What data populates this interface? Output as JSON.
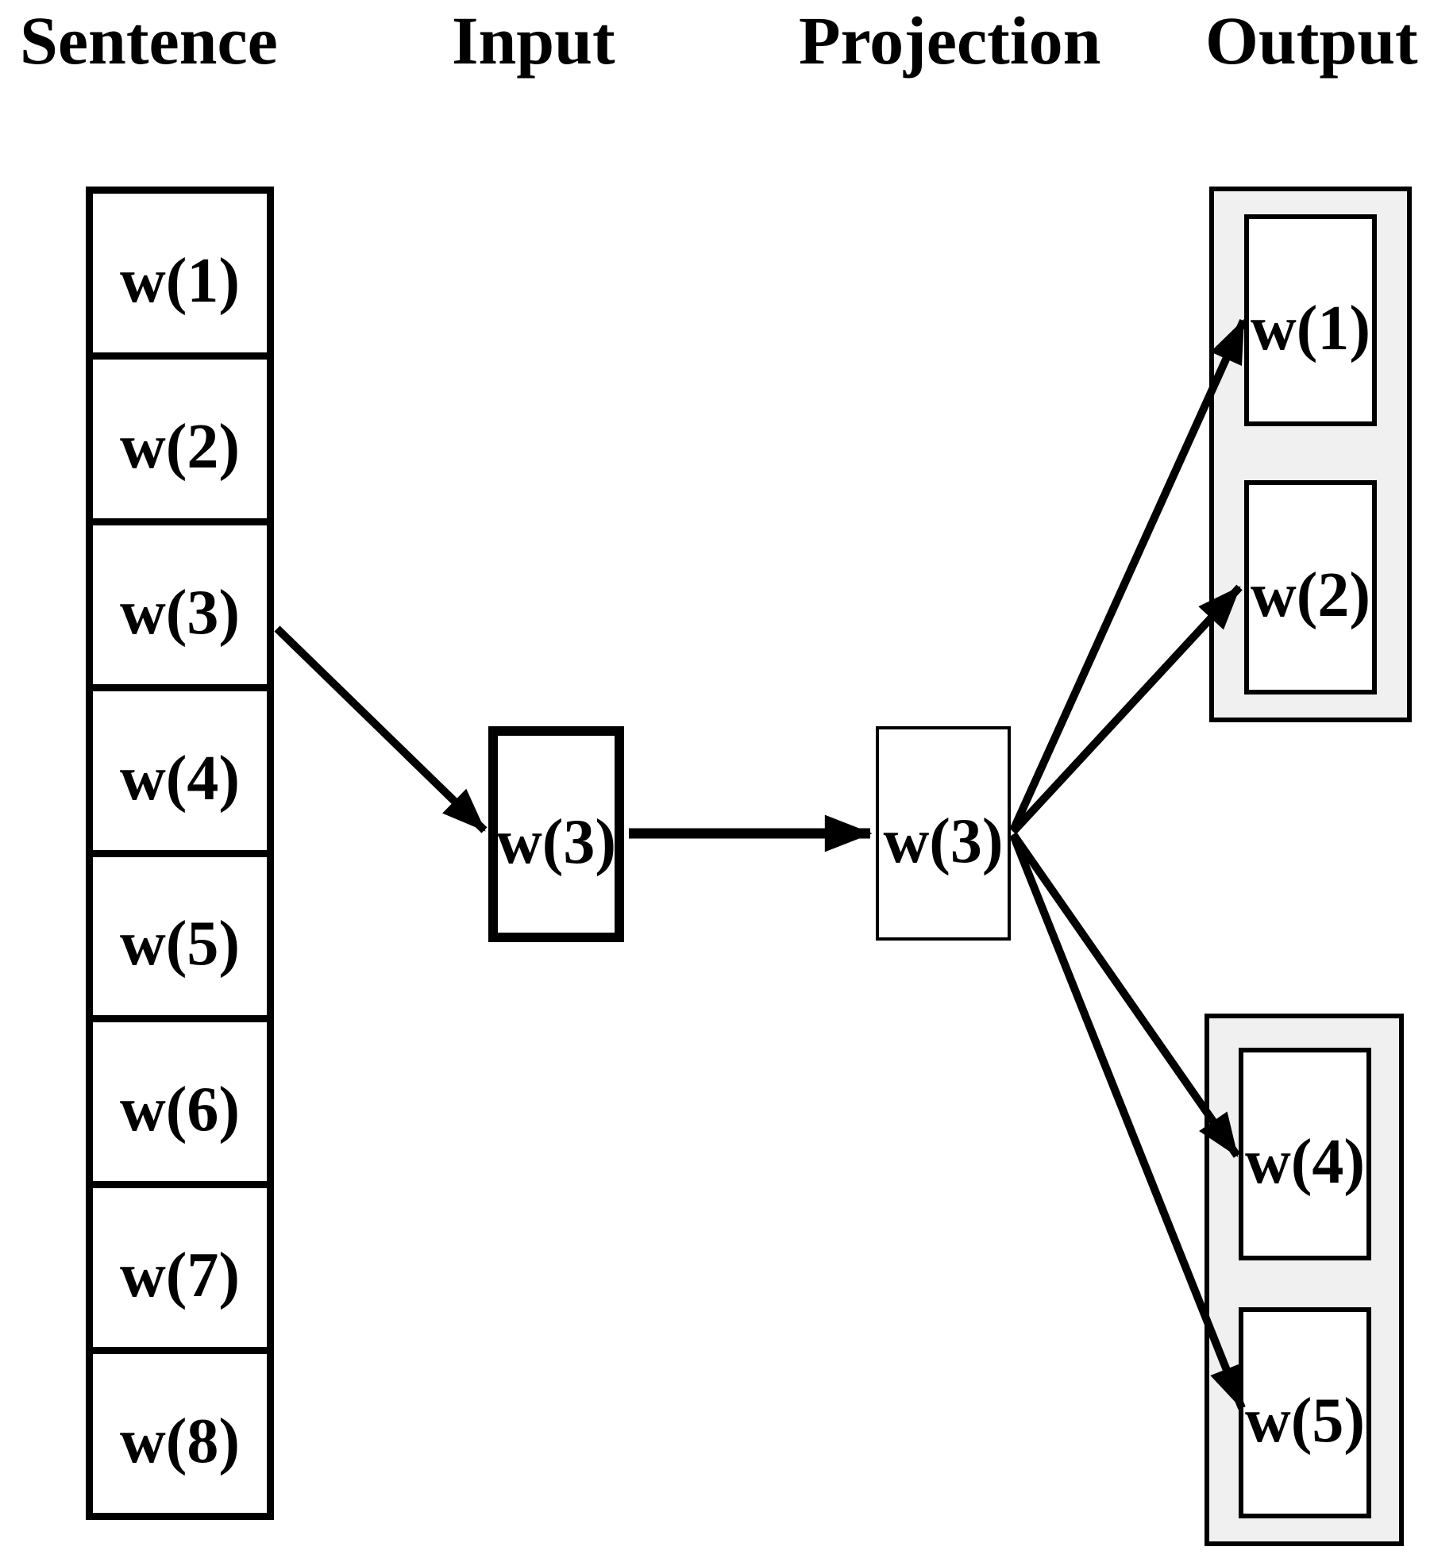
{
  "headers": {
    "sentence": "Sentence",
    "input": "Input",
    "projection": "Projection",
    "output": "Output"
  },
  "sentence": {
    "cells": [
      "w(1)",
      "w(2)",
      "w(3)",
      "w(4)",
      "w(5)",
      "w(6)",
      "w(7)",
      "w(8)"
    ]
  },
  "input": {
    "label": "w(3)"
  },
  "projection": {
    "label": "w(3)"
  },
  "output": {
    "top_group": [
      "w(1)",
      "w(2)"
    ],
    "bottom_group": [
      "w(4)",
      "w(5)"
    ]
  },
  "connections": [
    {
      "from": "sentence-w3",
      "to": "input-w3"
    },
    {
      "from": "input-w3",
      "to": "projection-w3"
    },
    {
      "from": "projection-w3",
      "to": "output-w1"
    },
    {
      "from": "projection-w3",
      "to": "output-w2"
    },
    {
      "from": "projection-w3",
      "to": "output-w4"
    },
    {
      "from": "projection-w3",
      "to": "output-w5"
    }
  ],
  "colors": {
    "line": "#000000",
    "group_fill": "#f0f0f0",
    "background": "#ffffff"
  }
}
